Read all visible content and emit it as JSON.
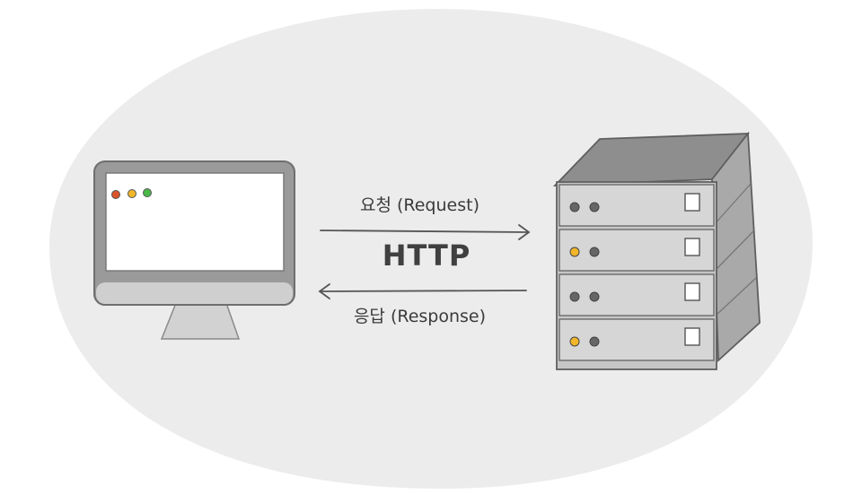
{
  "labels": {
    "request": "요청 (Request)",
    "protocol": "HTTP",
    "response": "응답 (Response)"
  },
  "colors": {
    "background_blob": "#ececec",
    "dot_red": "#d9532c",
    "dot_yellow": "#f2b62a",
    "dot_green": "#4bb84a",
    "server_light_off": "#666666",
    "server_light_on": "#f2b62a"
  },
  "server": {
    "units": [
      {
        "light": "off"
      },
      {
        "light": "on"
      },
      {
        "light": "off"
      },
      {
        "light": "on"
      }
    ]
  }
}
